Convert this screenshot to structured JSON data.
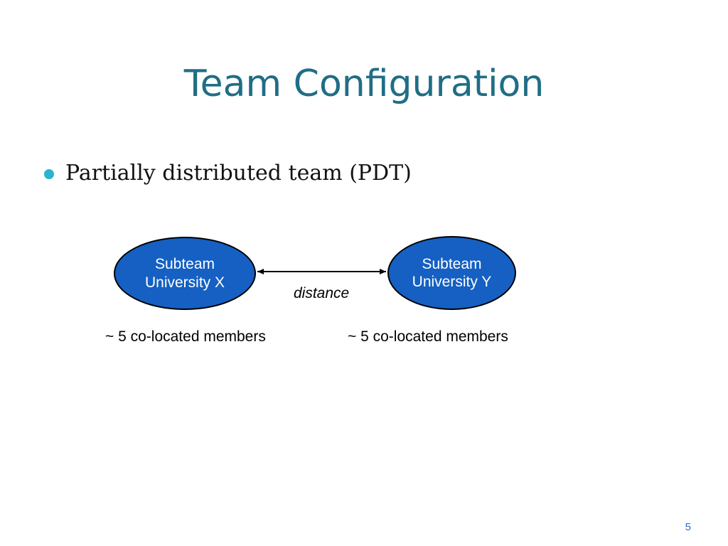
{
  "slide": {
    "title": "Team Configuration",
    "page_number": "5"
  },
  "bullets": [
    {
      "text": "Partially distributed team (PDT)"
    }
  ],
  "diagram": {
    "nodes": [
      {
        "line1": "Subteam",
        "line2": "University X",
        "members": "~ 5 co-located members"
      },
      {
        "line1": "Subteam",
        "line2": "University Y",
        "members": "~ 5 co-located members"
      }
    ],
    "edge": {
      "label": "distance",
      "style": "double-headed arrow"
    }
  },
  "colors": {
    "title": "#1f6e85",
    "bullet": "#2bb3cf",
    "node_fill": "#1560c2",
    "node_text": "#ffffff",
    "page_number": "#2b6fc4"
  }
}
